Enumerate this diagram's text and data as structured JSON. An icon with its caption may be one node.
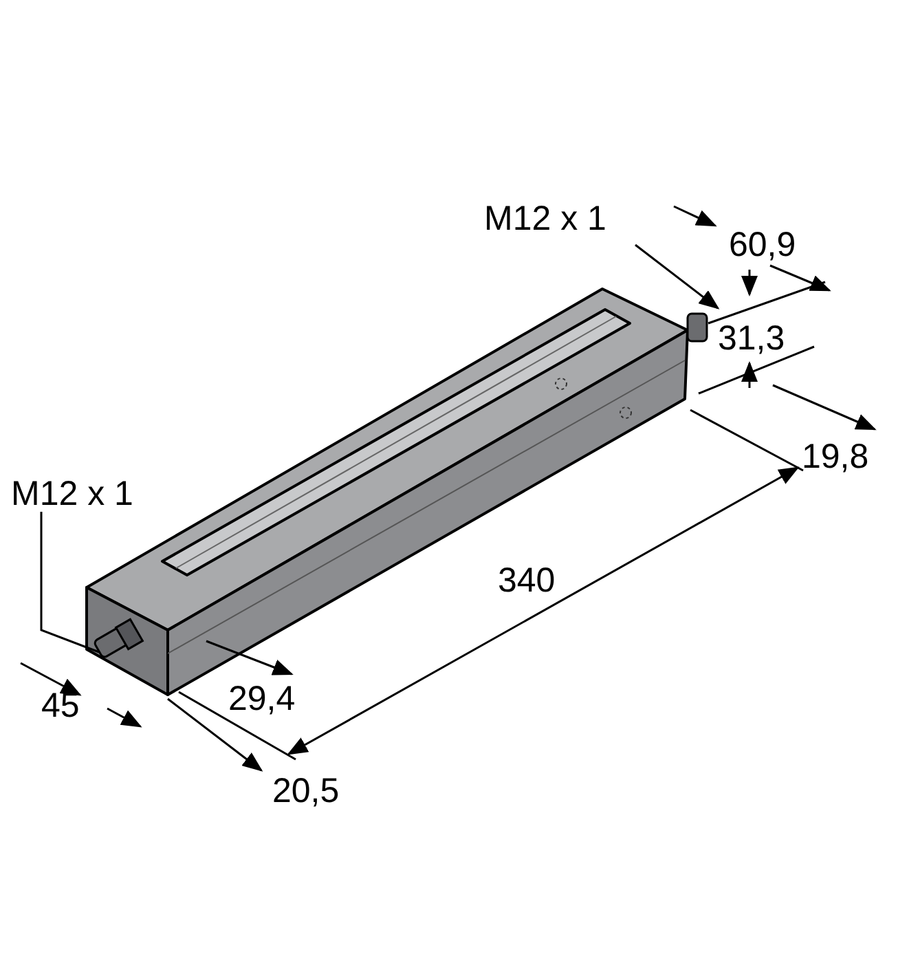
{
  "diagram": {
    "labels": [
      "M12 x 1",
      "60,9",
      "31,3",
      "19,8",
      "M12 x 1",
      "340",
      "45",
      "29,4",
      "20,5"
    ]
  }
}
